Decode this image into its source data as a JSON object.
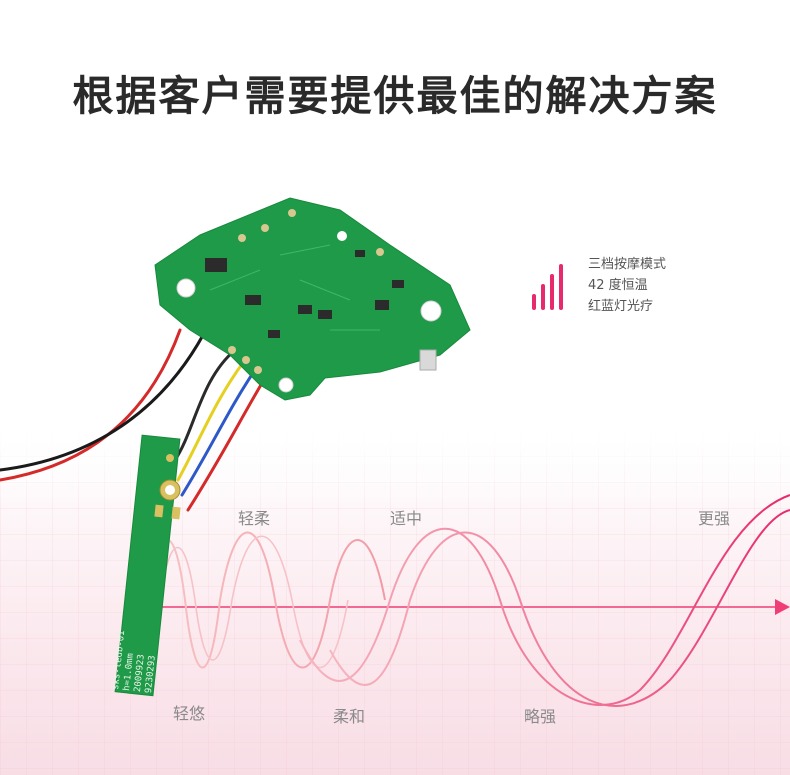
{
  "headline": "根据客户需要提供最佳的解决方案",
  "features": {
    "lines": [
      "三档按摩模式",
      "42 度恒温",
      "红蓝灯光疗"
    ],
    "icon": "signal-bars-icon",
    "accent_color": "#e62a6d"
  },
  "wave_labels": {
    "top": [
      "轻柔",
      "适中",
      "更强"
    ],
    "bottom": [
      "轻悠",
      "柔和",
      "略强"
    ]
  },
  "pcb": {
    "small_board_text": [
      "sks-ledb-01",
      "h=1.0mm",
      "2009923",
      "9230293"
    ],
    "board_color": "#1f9a48"
  }
}
